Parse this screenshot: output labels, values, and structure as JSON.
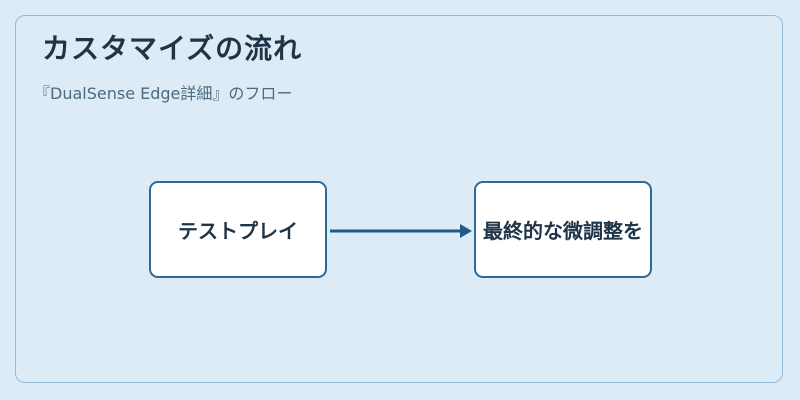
{
  "diagram": {
    "title": "カスタマイズの流れ",
    "subtitle": "『DualSense Edge詳細』のフロー",
    "nodes": [
      {
        "label": "テストプレイ"
      },
      {
        "label": "最終的な微調整を"
      }
    ]
  },
  "colors": {
    "background": "#dcebf6",
    "panel_border": "#8fbcdc",
    "node_border": "#2c6a9a",
    "arrow": "#1f5a8a",
    "title_text": "#1f3447",
    "subtitle_text": "#4d6a80"
  }
}
